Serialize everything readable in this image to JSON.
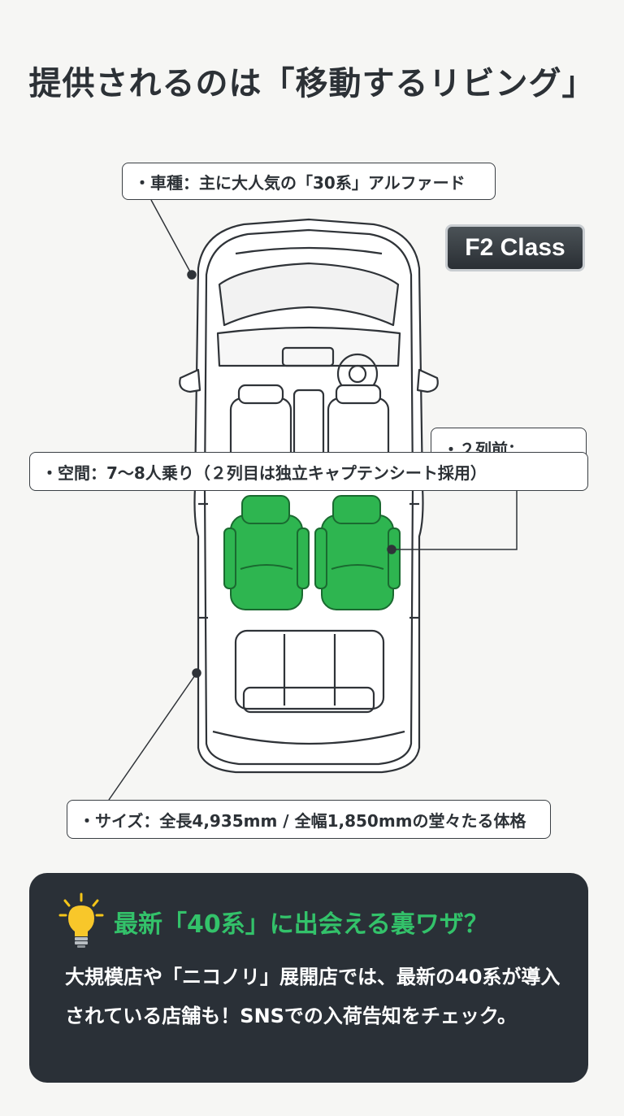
{
  "title": "提供されるのは「移動するリビング」",
  "badge": "F2 Class",
  "callouts": {
    "model": "・車種：主に大人気の「30系」アルファード",
    "space": "・空間：7〜8人乗り（２列目は独立キャプテンシート採用）",
    "seat": "・２列前：",
    "size": "・サイズ：全長4,935mm / 全幅1,850mmの堂々たる体格"
  },
  "tip": {
    "icon": "lightbulb-icon",
    "title": "最新「40系」に出会える裏ワザ？",
    "body": "大規模店や「ニコノリ」展開店では、最新の40系が導入されている店舗も！SNSでの入荷告知をチェック。"
  },
  "colors": {
    "accent_green": "#33c26a",
    "seat_green": "#2eb550",
    "dark_panel": "#2a3037"
  }
}
